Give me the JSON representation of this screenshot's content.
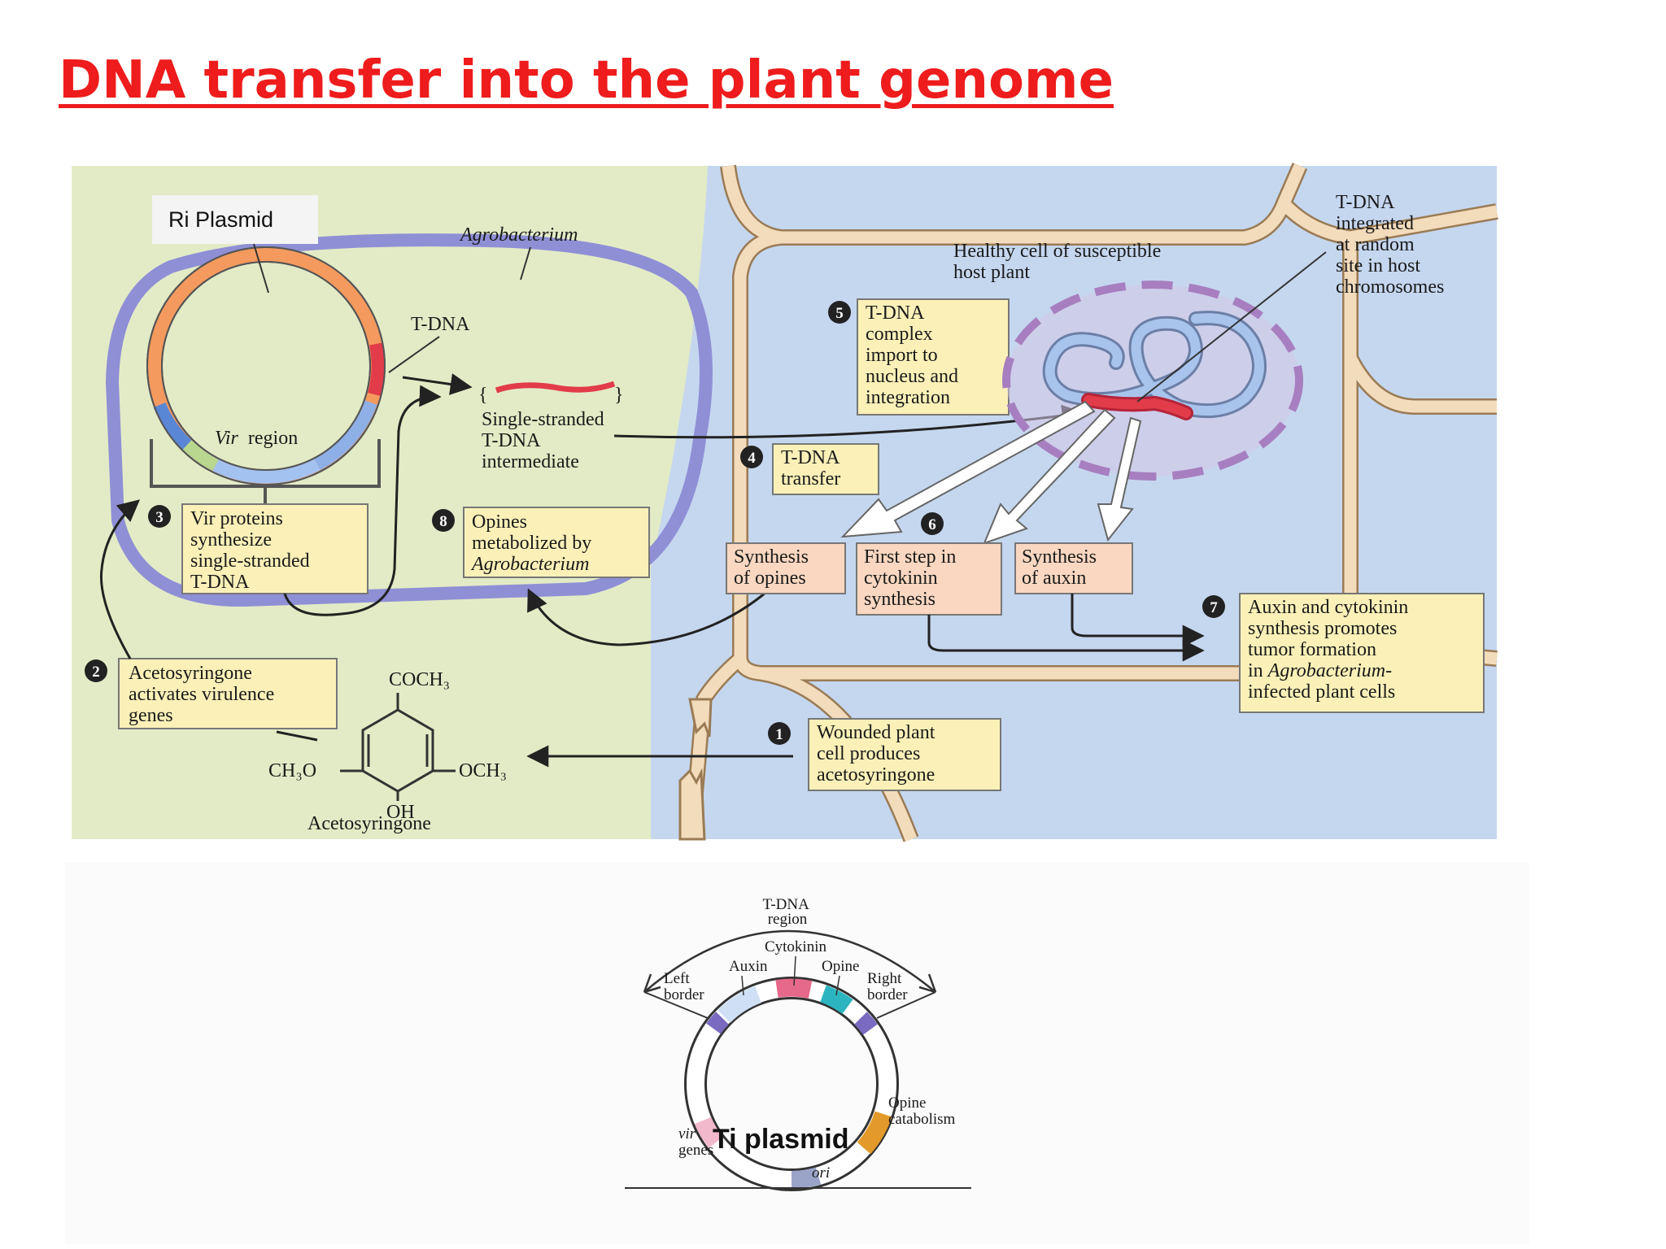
{
  "title": "DNA transfer into the plant genome",
  "colors": {
    "title": "#ee1c1c",
    "bacterium_bg": "#e3ebc6",
    "plant_bg": "#c5d7ef",
    "cell_wall": "#f3dcbc",
    "cell_wall_edge": "#9a7b55",
    "bacterium_membrane": "#8f8fd6",
    "step_box": "#fbf1b8",
    "step6_box": "#f9d7c0",
    "tdna_red": "#e23b4a",
    "nucleus": "#c79bc7"
  },
  "diagram": {
    "ri_plasmid_label": "Ri Plasmid",
    "agrobacterium_label": "Agrobacterium",
    "tdna_label": "T-DNA",
    "vir_region_label": "Vir region",
    "vir_label_italic": "Vir",
    "region_word": "region",
    "single_stranded_lines": [
      "Single-stranded",
      "T-DNA",
      "intermediate"
    ],
    "healthy_cell_lines": [
      "Healthy cell of susceptible",
      "host plant"
    ],
    "tdna_integrated_lines": [
      "T-DNA",
      "integrated",
      "at random",
      "site in host",
      "chromosomes"
    ],
    "acetosyringone_label": "Acetosyringone",
    "chem_groups": {
      "top": "COCH₃",
      "left": "CH₃O",
      "right": "OCH₃",
      "bottom": "OH"
    },
    "steps": [
      {
        "num": "1",
        "lines": [
          "Wounded plant",
          "cell produces",
          "acetosyringone"
        ]
      },
      {
        "num": "2",
        "lines": [
          "Acetosyringone",
          "activates virulence",
          "genes"
        ]
      },
      {
        "num": "3",
        "lines": [
          "Vir proteins",
          "synthesize",
          "single-stranded",
          "T-DNA"
        ]
      },
      {
        "num": "4",
        "lines": [
          "T-DNA",
          "transfer"
        ]
      },
      {
        "num": "5",
        "lines": [
          "T-DNA",
          "complex",
          "import to",
          "nucleus and",
          "integration"
        ]
      },
      {
        "num": "6",
        "boxes": [
          {
            "lines": [
              "Synthesis",
              "of opines"
            ]
          },
          {
            "lines": [
              "First step in",
              "cytokinin",
              "synthesis"
            ]
          },
          {
            "lines": [
              "Synthesis",
              "of auxin"
            ]
          }
        ]
      },
      {
        "num": "7",
        "lines": [
          "Auxin and cytokinin",
          "synthesis promotes",
          "tumor formation"
        ],
        "line4_prefix": "in ",
        "line4_italic": "Agrobacterium-",
        "line5": "infected plant cells"
      },
      {
        "num": "8",
        "lines": [
          "Opines",
          "metabolized by"
        ],
        "italic_line": "Agrobacterium"
      }
    ]
  },
  "ti_plasmid": {
    "label": "Ti plasmid",
    "tdna_region_lines": [
      "T-DNA",
      "region"
    ],
    "cytokinin": "Cytokinin",
    "auxin": "Auxin",
    "opine": "Opine",
    "left_border_lines": [
      "Left",
      "border"
    ],
    "right_border_lines": [
      "Right",
      "border"
    ],
    "opine_catabolism_lines": [
      "Opine",
      "catabolism"
    ],
    "vir_genes_italic": "vir",
    "vir_genes_word": "genes",
    "ori": "ori"
  }
}
